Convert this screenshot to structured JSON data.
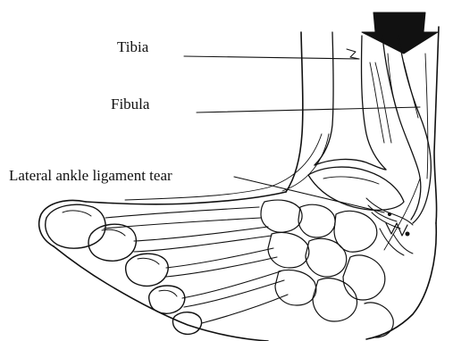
{
  "labels": {
    "tibia": "Tibia",
    "fibula": "Fibula",
    "tear": "Lateral ankle ligament tear"
  },
  "colors": {
    "ink": "#111111",
    "background": "#ffffff"
  }
}
